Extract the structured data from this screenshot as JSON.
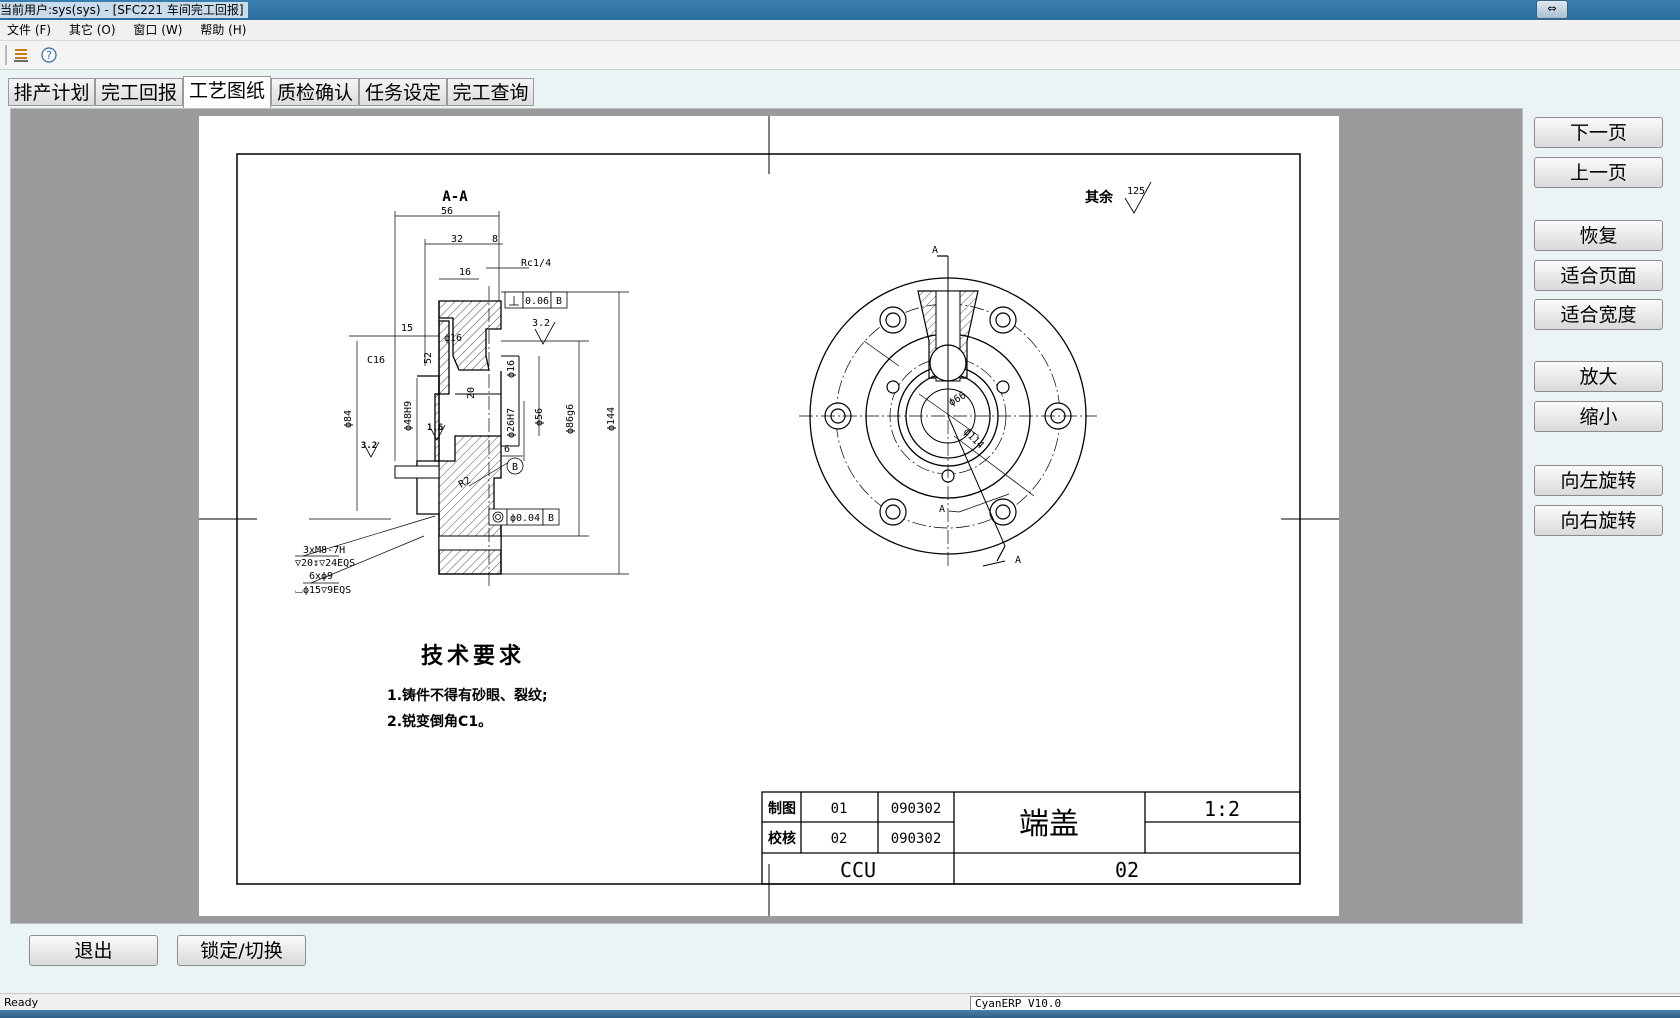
{
  "window": {
    "title": "当前用户:sys(sys) - [SFC221 车间完工回报]",
    "restore_icon": "restore-icon"
  },
  "menu": [
    "文件 (F)",
    "其它 (O)",
    "窗口 (W)",
    "帮助 (H)"
  ],
  "toolbar": {
    "icons": [
      "list-icon",
      "help-icon"
    ]
  },
  "tabs": [
    {
      "label": "排产计划",
      "active": false
    },
    {
      "label": "完工回报",
      "active": false
    },
    {
      "label": "工艺图纸",
      "active": true
    },
    {
      "label": "质检确认",
      "active": false
    },
    {
      "label": "任务设定",
      "active": false
    },
    {
      "label": "完工查询",
      "active": false
    }
  ],
  "side_buttons": [
    "下一页",
    "上一页",
    "恢复",
    "适合页面",
    "适合宽度",
    "放大",
    "缩小",
    "向左旋转",
    "向右旋转"
  ],
  "bottom_buttons": [
    "退出",
    "锁定/切换"
  ],
  "drawing": {
    "section_label": "A-A",
    "surface_note": "其余",
    "surface_value": "125",
    "dims": {
      "d56": "56",
      "d32": "32",
      "d8": "8",
      "d16": "16",
      "rc": "Rc1/4",
      "d15": "15",
      "c16": "C16",
      "phi16a": "ϕ16",
      "phi84": "ϕ84",
      "phi48": "ϕ48H9",
      "phi26": "ϕ26H7",
      "phi56": "ϕ56",
      "phi86": "ϕ86g6",
      "phi144": "ϕ144",
      "phi16b": "ϕ16",
      "d52": "52",
      "d20": "20",
      "d6": "6",
      "r2": "R2",
      "tol1": "0.06",
      "tol2": "ϕ0.04",
      "datum": "B",
      "rough32": "3.2",
      "rough16": "1.6",
      "rough32b": "3.2",
      "thread1": "3xM8-7H",
      "thread2": "▽20↧▽24EQS",
      "hole1": "6xϕ9",
      "hole2": "⌴ϕ15▽9EQS",
      "phi66": "ϕ66",
      "phi114": "ϕ114",
      "cut_a": "A"
    },
    "tech_title": "技术要求",
    "tech_items": [
      "1.铸件不得有砂眼、裂纹;",
      "2.锐变倒角C1。"
    ],
    "title_block": {
      "r1_label": "制图",
      "r1_code": "01",
      "r1_date": "090302",
      "r2_label": "校核",
      "r2_code": "02",
      "r2_date": "090302",
      "part_name": "端盖",
      "scale": "1:2",
      "org": "CCU",
      "drawing_no": "02"
    }
  },
  "status": {
    "text": "Ready",
    "version": "CyanERP V10.0"
  }
}
